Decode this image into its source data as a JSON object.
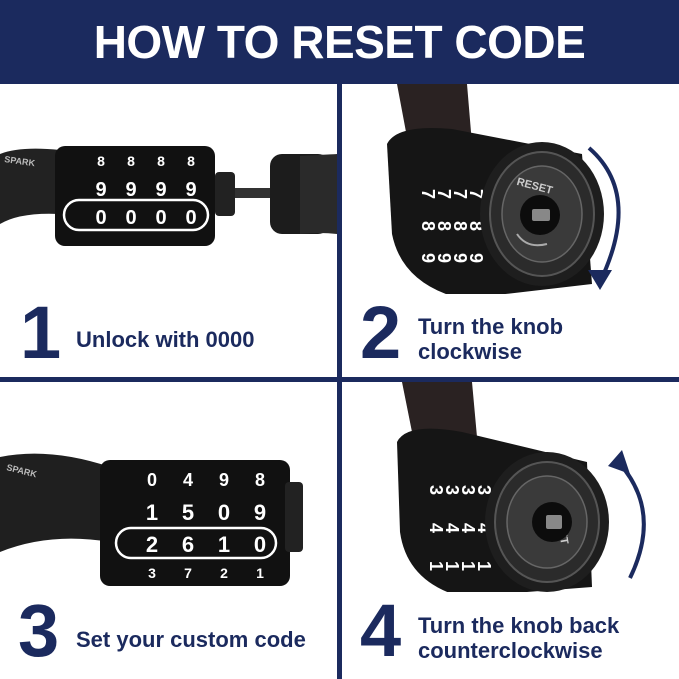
{
  "header": {
    "title": "HOW TO RESET CODE"
  },
  "steps": [
    {
      "number": "1",
      "text_lines": [
        "Unlock with 0000"
      ],
      "dial_rows": [
        [
          "8",
          "8",
          "8",
          "8"
        ],
        [
          "9",
          "9",
          "9",
          "9"
        ],
        [
          "0",
          "0",
          "0",
          "0"
        ]
      ]
    },
    {
      "number": "2",
      "text_lines": [
        "Turn the knob",
        "clockwise"
      ],
      "knob_label": "RESET",
      "dial_digits": [
        "7",
        "8",
        "9"
      ],
      "rotation": "clockwise"
    },
    {
      "number": "3",
      "text_lines": [
        "Set your custom code"
      ],
      "dial_rows": [
        [
          "0",
          "4",
          "9",
          "8"
        ],
        [
          "1",
          "5",
          "0",
          "9"
        ],
        [
          "2",
          "6",
          "1",
          "0"
        ],
        [
          "3",
          "7",
          "2",
          "1"
        ]
      ]
    },
    {
      "number": "4",
      "text_lines": [
        "Turn the knob back",
        "counterclockwise"
      ],
      "knob_label": "RESET",
      "dial_digits": [
        "3",
        "4",
        "1"
      ],
      "rotation": "counterclockwise"
    }
  ],
  "colors": {
    "brand_navy": "#1b2a5e",
    "lock_black": "#1a1a1a",
    "background": "#ffffff"
  }
}
